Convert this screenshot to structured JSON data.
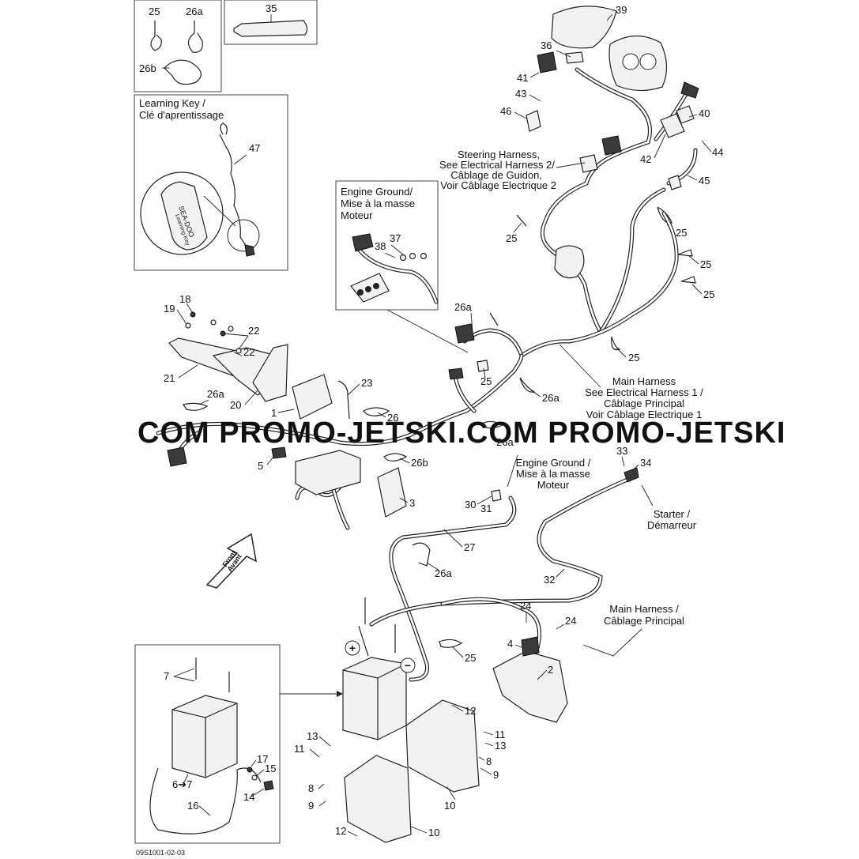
{
  "diagram": {
    "figure_code": "09S1001-02-03",
    "watermark": "COM  PROMO-JETSKI.COM  PROMO-JETSKI",
    "captions": {
      "learning_key": [
        "Learning Key /",
        "Clé d'aprentissage"
      ],
      "engine_ground_box": [
        "Engine Ground/",
        "Mise à la masse",
        "Moteur"
      ],
      "steering_harness": [
        "Steering Harness,",
        "See Electrical Harness 2/",
        "Câblage de Guidon,",
        "Voir Câblage Electrique 2"
      ],
      "main_harness_1": [
        "Main Harness",
        "See Electrical Harness 1 /",
        "Câblage Principal",
        "Voir Câblage Electrique 1"
      ],
      "engine_ground_2": [
        "Engine Ground /",
        "Mise à la masse",
        "Moteur"
      ],
      "starter": [
        "Starter /",
        "Démarreur"
      ],
      "main_harness_2": [
        "Main Harness /",
        "Câblage Principal"
      ],
      "front": [
        "Front",
        "Avant"
      ],
      "plus": "+",
      "minus": "−",
      "learning_key_tag": "Learning Key",
      "brand_tag": "SEA-DOO"
    },
    "part_labels": {
      "p25a": "25",
      "p26a_top": "26a",
      "p26b_top": "26b",
      "p35": "35",
      "p39": "39",
      "p36": "36",
      "p41": "41",
      "p43": "43",
      "p46": "46",
      "p40": "40",
      "p44": "44",
      "p42": "42",
      "p45": "45",
      "p47": "47",
      "p38": "38",
      "p37": "37",
      "p25b": "25",
      "p25c": "25",
      "p25d": "25",
      "p25e": "25",
      "p18": "18",
      "p19": "19",
      "p22a": "22",
      "p22b": "22",
      "p21": "21",
      "p26a_m": "26a",
      "p25f": "25",
      "p25g": "25",
      "p26a_r": "26a",
      "p23": "23",
      "p26a_l": "26a",
      "p20": "20",
      "p1": "1",
      "p26_c": "26",
      "p26a_c": "26a",
      "p5": "5",
      "p26b_c": "26b",
      "p3": "3",
      "p33": "33",
      "p34": "34",
      "p30": "30",
      "p31": "31",
      "p27": "27",
      "p26a_b": "26a",
      "p32": "32",
      "p24a": "24",
      "p24b": "24",
      "p4": "4",
      "p2": "2",
      "p25h": "25",
      "p7": "7",
      "p12a": "12",
      "p11a": "11",
      "p13a": "13",
      "p13b": "13",
      "p11b": "11",
      "p8a": "8",
      "p9a": "9",
      "p17": "17",
      "p15": "15",
      "p6": "6➔7",
      "p14": "14",
      "p16": "16",
      "p8b": "8",
      "p9b": "9",
      "p10a": "10",
      "p10b": "10",
      "p12b": "12"
    }
  }
}
